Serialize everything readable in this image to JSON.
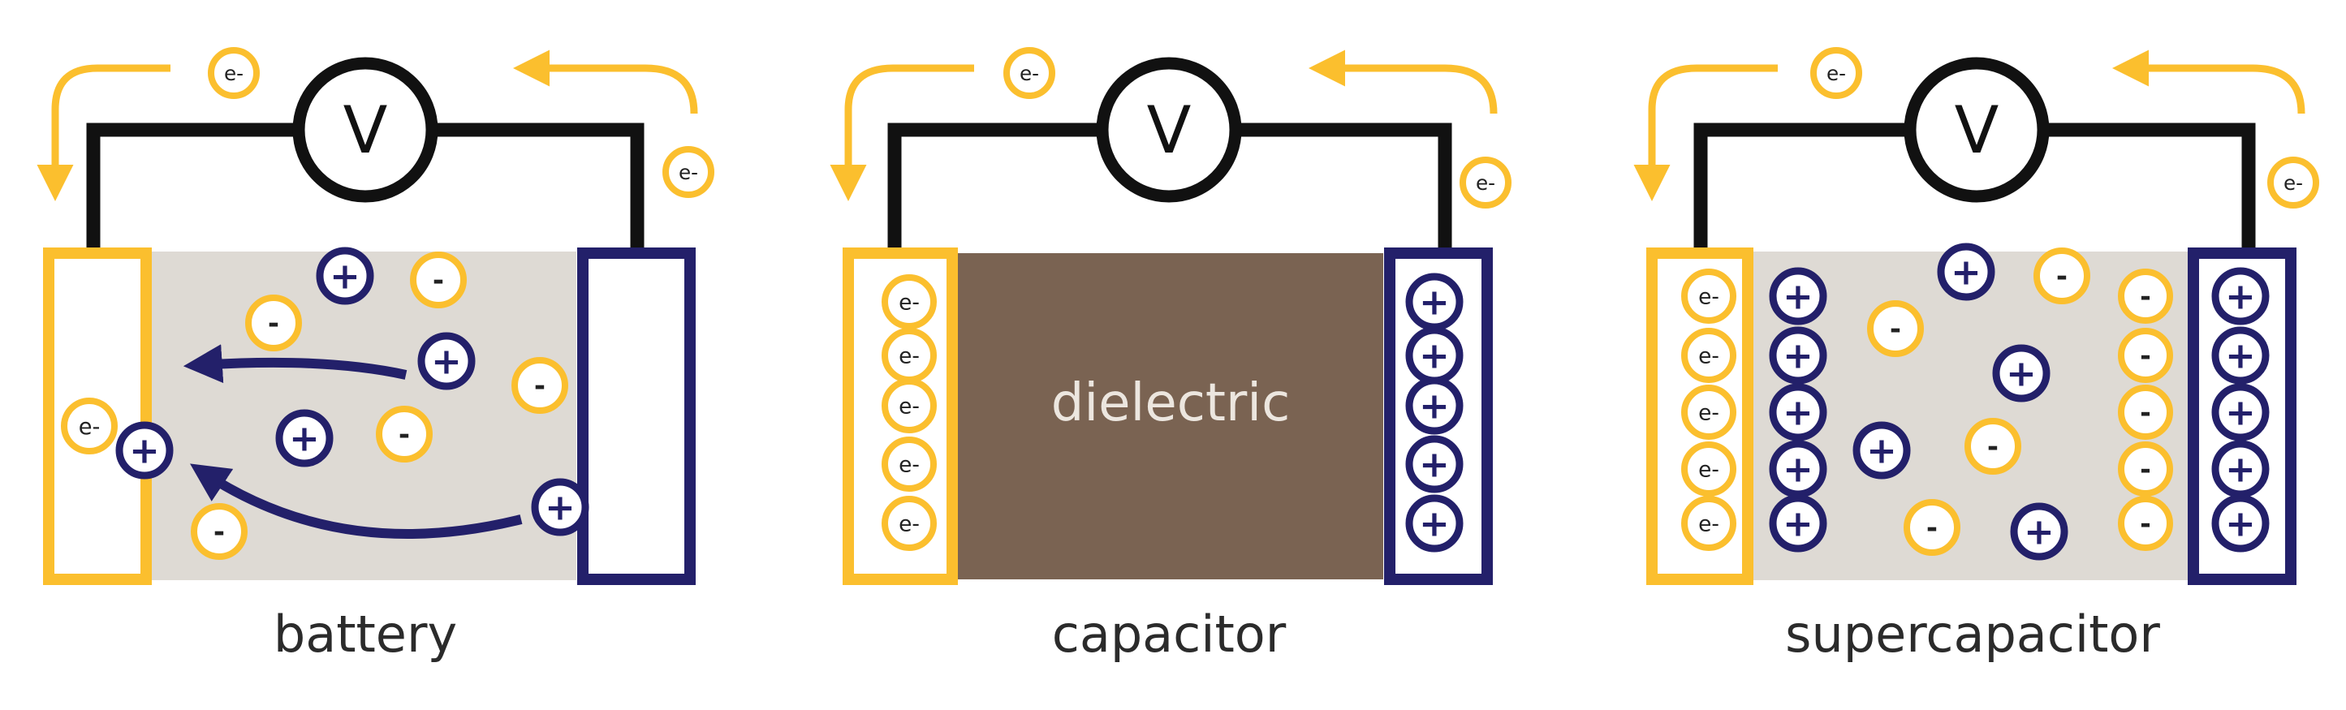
{
  "colors": {
    "gold": "#fbbf2e",
    "navy": "#23206a",
    "wire": "#111111",
    "electrolyte": "#dedad4",
    "dielectric": "#7a6352"
  },
  "symbols": {
    "voltmeter": "V",
    "electron": "e-",
    "positive": "+",
    "negative": "-"
  },
  "panels": [
    {
      "caption": "battery"
    },
    {
      "caption": "capacitor",
      "dielectric_label": "dielectric"
    },
    {
      "caption": "supercapacitor"
    }
  ]
}
